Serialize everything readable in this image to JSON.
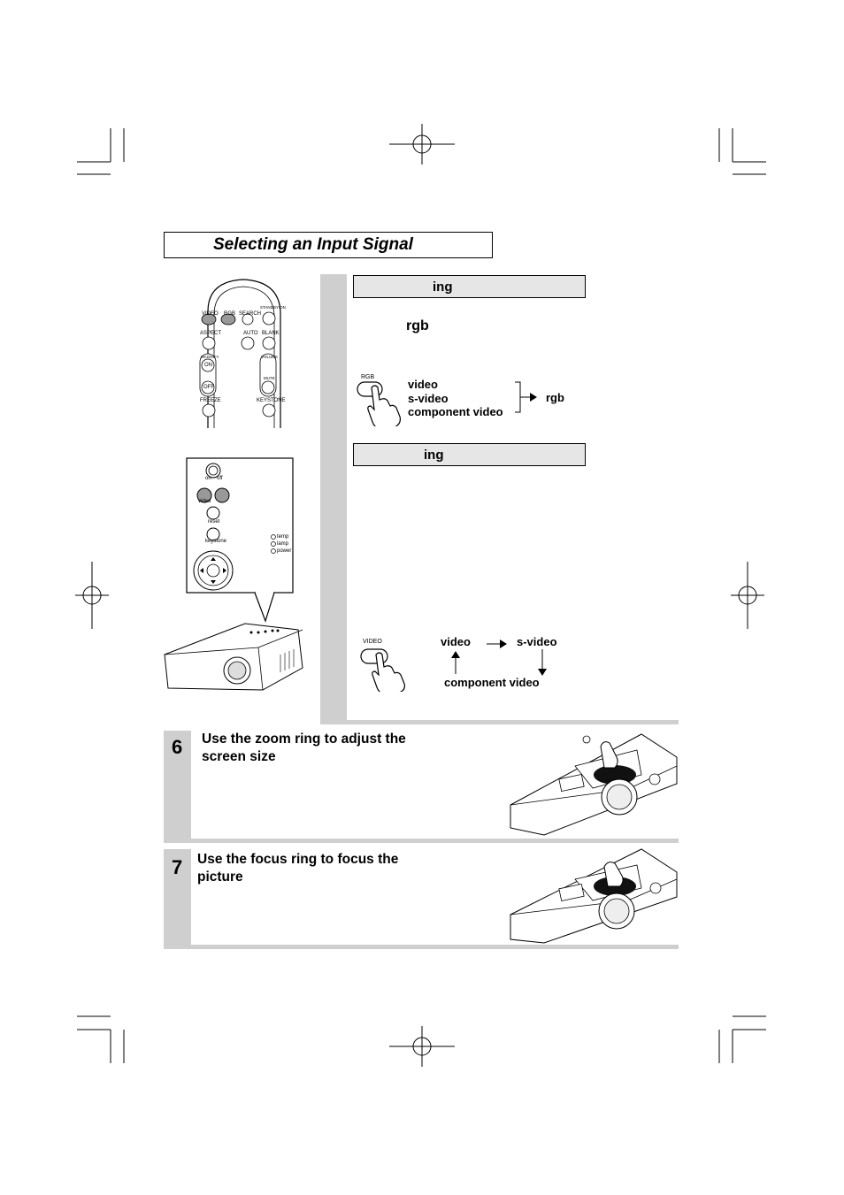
{
  "page": {
    "title": "Selecting an Input Signal"
  },
  "rgb_section": {
    "header": "ing",
    "keyword": "rgb",
    "button_label": "RGB",
    "sources": [
      "video",
      "s-video",
      "component video"
    ],
    "result": "rgb"
  },
  "video_section": {
    "header": "ing",
    "button_label": "VIDEO",
    "cycle": {
      "first": "video",
      "second": "s-video",
      "third": "component video"
    }
  },
  "remote": {
    "labels": [
      "VIDEO",
      "RGB",
      "SEARCH",
      "STANDBY/ON",
      "ASPECT",
      "AUTO",
      "BLANK",
      "MAGNIFY",
      "ON",
      "OFF",
      "VOLUME",
      "MUTE",
      "FREEZE",
      "KEYSTONE"
    ]
  },
  "control_panel": {
    "labels": [
      "on",
      "off",
      "video",
      "reset",
      "keystone",
      "temp",
      "lamp",
      "power"
    ]
  },
  "steps": [
    {
      "number": "6",
      "title_line1": "Use the zoom ring to adjust the",
      "title_line2": "screen size"
    },
    {
      "number": "7",
      "title_line1": "Use the focus ring to focus the",
      "title_line2": "picture"
    }
  ]
}
